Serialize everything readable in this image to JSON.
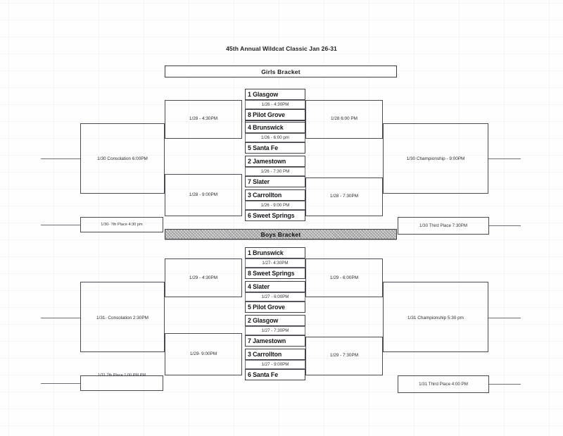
{
  "document": {
    "title": "45th Annual Wildcat Classic Jan 26-31"
  },
  "girls": {
    "banner": "Girls Bracket",
    "round1": [
      {
        "seed_team": "1 Glasgow",
        "time": "1/26 - 4:30PM"
      },
      {
        "seed_team": "8 Pilot Grove",
        "time": ""
      },
      {
        "seed_team": "4 Brunswick",
        "time": "1/26 - 6:00 pm"
      },
      {
        "seed_team": "5 Santa Fe",
        "time": ""
      },
      {
        "seed_team": "2 Jamestown",
        "time": "1/26 - 7:30 PM"
      },
      {
        "seed_team": "7 Slater",
        "time": ""
      },
      {
        "seed_team": "3 Carrollton",
        "time": "1/26 - 9:00 PM"
      },
      {
        "seed_team": "6 Sweet Springs",
        "time": ""
      }
    ],
    "winners_semi_top": "1/28 6:00 PM",
    "winners_semi_bottom": "1/28 - 7:30PM",
    "championship": "1/30 Championship - 9:00PM",
    "third_place": "1/30 Third Place 7:30PM",
    "losers_semi_top": "1/28 - 4:30PM",
    "losers_semi_bottom": "1/28 - 9:00PM",
    "consolation": "1/30 Consolation 6:00PM",
    "seventh_place": "1/30- 7th Place 4:30 pm"
  },
  "boys": {
    "banner": "Boys Bracket",
    "round1": [
      {
        "seed_team": "1 Brunswick",
        "time": "1/27- 4:30PM"
      },
      {
        "seed_team": "8 Sweet Springs",
        "time": ""
      },
      {
        "seed_team": "4 Slater",
        "time": "1/27 - 6:00PM"
      },
      {
        "seed_team": "5 Pilot Grove",
        "time": ""
      },
      {
        "seed_team": "2 Glasgow",
        "time": "1/27 - 7:30PM"
      },
      {
        "seed_team": "7 Jamestown",
        "time": ""
      },
      {
        "seed_team": "3 Carrollton",
        "time": "1/27 - 9:00PM"
      },
      {
        "seed_team": "6 Santa Fe",
        "time": ""
      }
    ],
    "winners_semi_top": "1/29 - 6:00PM",
    "winners_semi_bottom": "1/29 - 7:30PM",
    "championship": "1/31 Championship 5:30 pm",
    "third_place": "1/31 Third Place 4:00 PM",
    "losers_semi_top": "1/29 - 4:30PM",
    "losers_semi_bottom": "1/29- 9:00PM",
    "consolation": "1/31- Consolation 2:30PM",
    "seventh_place": "1/31 7th Place 1:00 PM PM"
  }
}
